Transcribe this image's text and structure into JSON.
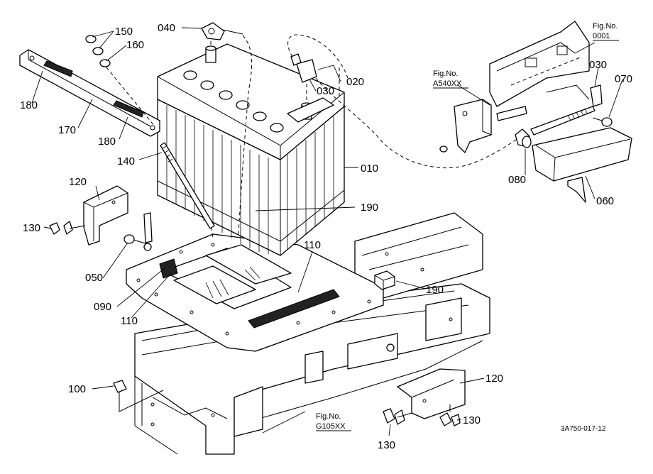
{
  "callouts": [
    {
      "id": "c150",
      "text": "150"
    },
    {
      "id": "c160",
      "text": "160"
    },
    {
      "id": "c040",
      "text": "040"
    },
    {
      "id": "c180a",
      "text": "180"
    },
    {
      "id": "c170",
      "text": "170"
    },
    {
      "id": "c180b",
      "text": "180"
    },
    {
      "id": "c020",
      "text": "020"
    },
    {
      "id": "c030a",
      "text": "030"
    },
    {
      "id": "c140",
      "text": "140"
    },
    {
      "id": "c010",
      "text": "010"
    },
    {
      "id": "c120a",
      "text": "120"
    },
    {
      "id": "c190a",
      "text": "190"
    },
    {
      "id": "c130a",
      "text": "130"
    },
    {
      "id": "c050",
      "text": "050"
    },
    {
      "id": "c110a",
      "text": "110"
    },
    {
      "id": "c090",
      "text": "090"
    },
    {
      "id": "c190b",
      "text": "190"
    },
    {
      "id": "c110b",
      "text": "110"
    },
    {
      "id": "c100",
      "text": "100"
    },
    {
      "id": "c120b",
      "text": "120"
    },
    {
      "id": "c130b",
      "text": "130"
    },
    {
      "id": "c130c",
      "text": "130"
    },
    {
      "id": "c030b",
      "text": "030"
    },
    {
      "id": "c070",
      "text": "070"
    },
    {
      "id": "c080",
      "text": "080"
    },
    {
      "id": "c060",
      "text": "060"
    }
  ],
  "figure_refs": [
    {
      "id": "f0001",
      "title": "Fig.No.",
      "number": "0001"
    },
    {
      "id": "fA540",
      "title": "Fig.No.",
      "number": "A540XX"
    },
    {
      "id": "fG105",
      "title": "Fig.No.",
      "number": "G105XX"
    }
  ],
  "drawing_code": "3A750-017-12"
}
